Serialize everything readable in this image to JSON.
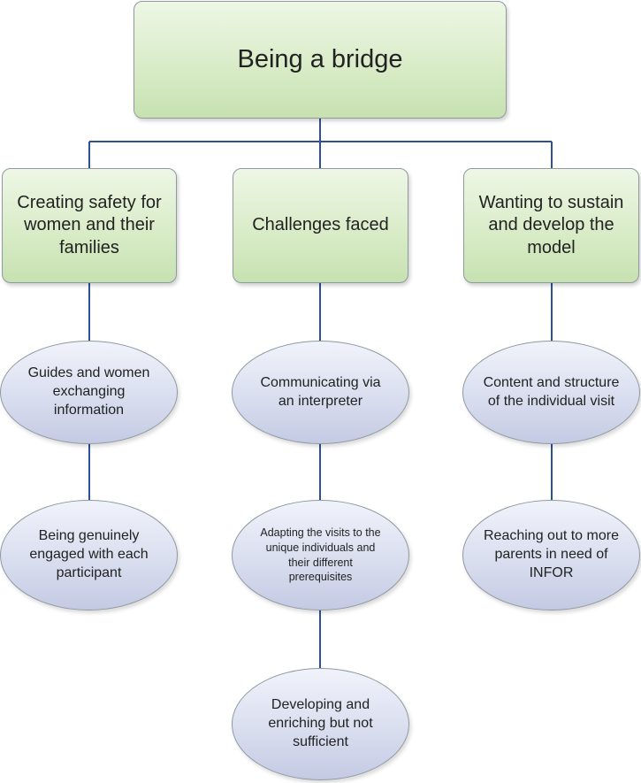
{
  "root": {
    "title": "Being a bridge"
  },
  "categories": [
    {
      "title": "Creating safety for women and their families",
      "children": [
        "Guides and women exchanging information",
        "Being genuinely engaged with each participant"
      ]
    },
    {
      "title": "Challenges faced",
      "children": [
        "Communicating via an interpreter",
        "Adapting the visits to the unique individuals and their different prerequisites",
        "Developing and enriching but not sufficient"
      ]
    },
    {
      "title": "Wanting to sustain and develop the model",
      "children": [
        "Content and structure of the individual visit",
        "Reaching out to more parents in need of INFOR"
      ]
    }
  ],
  "colors": {
    "connector": "#2f4f9a",
    "box_border": "#8e9aa0",
    "box_fill": "#d9ecc8",
    "ellipse_fill": "#d9deef"
  }
}
